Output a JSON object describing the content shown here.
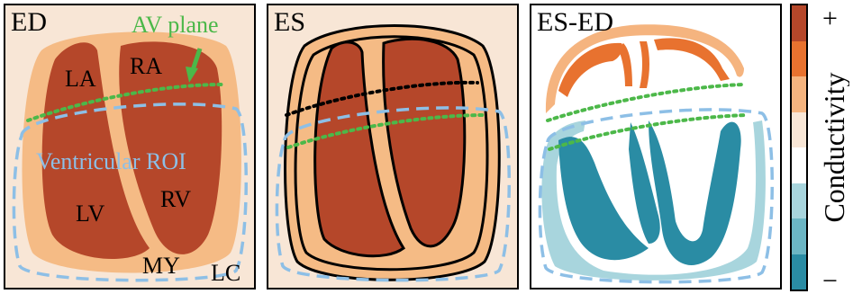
{
  "panels": {
    "ed": {
      "title": "ED",
      "labels": {
        "av_plane": "AV plane",
        "la": "LA",
        "ra": "RA",
        "roi": "Ventricular  ROI",
        "lv": "LV",
        "rv": "RV",
        "my": "MY",
        "lc": "LC"
      }
    },
    "es": {
      "title": "ES"
    },
    "diff": {
      "title": "ES-ED"
    }
  },
  "colorbar": {
    "label": "Conductivity",
    "plus": "+",
    "minus": "−",
    "colors": [
      "#b5472a",
      "#e8722f",
      "#f5b47f",
      "#f8e6d6",
      "#ffffff",
      "#a8d5dd",
      "#6cb6c4",
      "#2a8ca4"
    ]
  },
  "colors": {
    "background_tissue": "#f8e6d6",
    "myocardium": "#f5bb85",
    "blood": "#b5472a",
    "av_plane": "#4cb849",
    "roi": "#8dbfe6"
  }
}
